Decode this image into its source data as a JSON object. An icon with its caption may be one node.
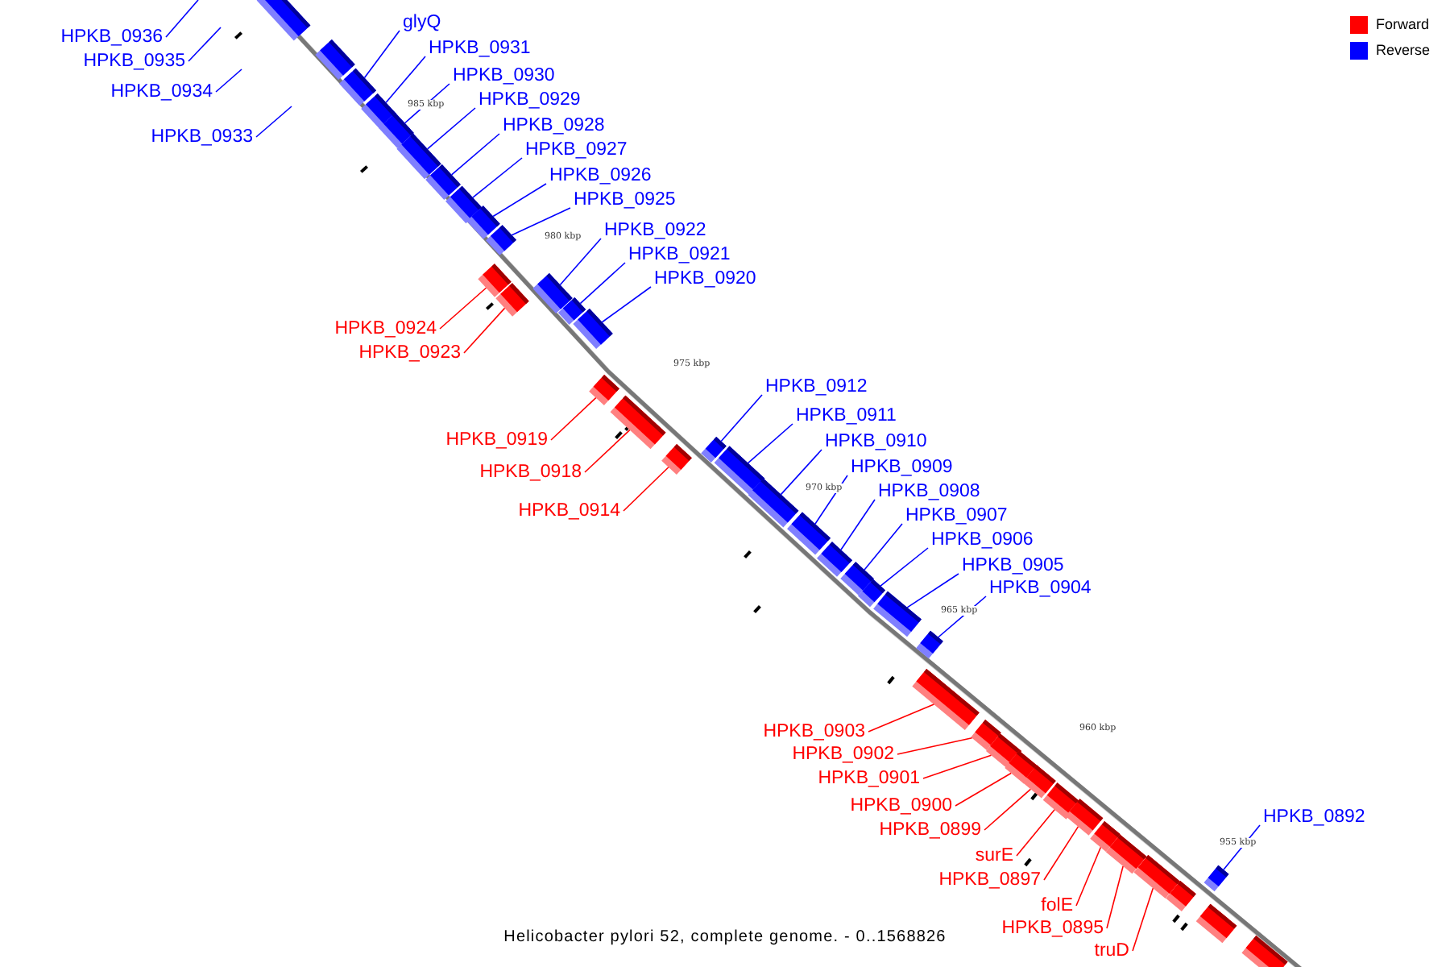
{
  "diagram": {
    "caption": "Helicobacter pylori 52, complete genome. - 0..1568826",
    "nodes": [
      {
        "text": [
          "HPKB_0936"
        ]
      },
      {
        "text": [
          "HPKB_0935"
        ]
      },
      {
        "text": [
          "HPKB_0934"
        ]
      },
      {
        "text": [
          "HPKB_0933"
        ]
      },
      {
        "text": [
          "glyQ"
        ]
      },
      {
        "text": [
          "HPKB_0931"
        ]
      },
      {
        "text": [
          "HPKB_0930"
        ]
      },
      {
        "text": [
          "HPKB_0929"
        ]
      },
      {
        "text": [
          "HPKB_0928"
        ]
      },
      {
        "text": [
          "HPKB_0927"
        ]
      },
      {
        "text": [
          "HPKB_0926"
        ]
      },
      {
        "text": [
          "HPKB_0925"
        ]
      },
      {
        "text": [
          "HPKB_0922"
        ]
      },
      {
        "text": [
          "HPKB_0921"
        ]
      },
      {
        "text": [
          "HPKB_0920"
        ]
      },
      {
        "text": [
          "HPKB_0924"
        ]
      },
      {
        "text": [
          "HPKB_0923"
        ]
      },
      {
        "text": [
          "HPKB_0919"
        ]
      },
      {
        "text": [
          "HPKB_0918"
        ]
      },
      {
        "text": [
          "HPKB_0914"
        ]
      },
      {
        "text": [
          "HPKB_0912"
        ]
      },
      {
        "text": [
          "HPKB_0911"
        ]
      },
      {
        "text": [
          "HPKB_0910"
        ]
      },
      {
        "text": [
          "HPKB_0909"
        ]
      },
      {
        "text": [
          "HPKB_0908"
        ]
      },
      {
        "text": [
          "HPKB_0907"
        ]
      },
      {
        "text": [
          "HPKB_0906"
        ]
      },
      {
        "text": [
          "HPKB_0905"
        ]
      },
      {
        "text": [
          "HPKB_0904"
        ]
      },
      {
        "text": [
          "HPKB_0903"
        ]
      },
      {
        "text": [
          "HPKB_0902"
        ]
      },
      {
        "text": [
          "HPKB_0901"
        ]
      },
      {
        "text": [
          "HPKB_0900"
        ]
      },
      {
        "text": [
          "HPKB_0899"
        ]
      },
      {
        "text": [
          "surE"
        ]
      },
      {
        "text": [
          "HPKB_0897"
        ]
      },
      {
        "text": [
          "folE"
        ]
      },
      {
        "text": [
          "HPKB_0895"
        ]
      },
      {
        "text": [
          "truD"
        ]
      },
      {
        "text": [
          "HPKB_0892"
        ]
      },
      {
        "text": [],
        "shape": "bar"
      },
      {
        "text": [],
        "shape": "bar"
      },
      {
        "text": [],
        "shape": "bar"
      },
      {
        "text": [],
        "shape": "bar"
      },
      {
        "text": [],
        "shape": "bar"
      },
      {
        "text": [],
        "shape": "bar"
      },
      {
        "text": [],
        "shape": "bar"
      },
      {
        "text": [],
        "shape": "bar"
      },
      {
        "text": [],
        "shape": "bar"
      },
      {
        "text": [],
        "shape": "bar"
      },
      {
        "text": [],
        "shape": "bar"
      },
      {
        "text": [],
        "shape": "bar"
      },
      {
        "text": [],
        "shape": "bar"
      },
      {
        "text": [],
        "shape": "bar"
      },
      {
        "text": [],
        "shape": "bar"
      },
      {
        "text": [],
        "shape": "bar"
      },
      {
        "text": [],
        "shape": "bar"
      },
      {
        "text": [],
        "shape": "bar"
      },
      {
        "text": [],
        "shape": "bar"
      },
      {
        "text": [],
        "shape": "bar"
      },
      {
        "text": [],
        "shape": "bar"
      },
      {
        "text": [],
        "shape": "bar"
      },
      {
        "text": [],
        "shape": "bar"
      },
      {
        "text": [],
        "shape": "bar"
      },
      {
        "text": [],
        "shape": "bar"
      },
      {
        "text": [],
        "shape": "bar"
      },
      {
        "text": [],
        "shape": "bar"
      },
      {
        "text": [],
        "shape": "bar"
      },
      {
        "text": [],
        "shape": "bar"
      },
      {
        "text": [],
        "shape": "bar"
      },
      {
        "text": [],
        "shape": "bar"
      },
      {
        "text": [],
        "shape": "bar"
      },
      {
        "text": [],
        "shape": "bar"
      },
      {
        "text": [],
        "shape": "bar"
      },
      {
        "text": [],
        "shape": "bar"
      },
      {
        "text": [],
        "shape": "bar"
      },
      {
        "text": [],
        "shape": "bar"
      },
      {
        "text": [],
        "shape": "bar"
      },
      {
        "text": [],
        "shape": "bar"
      },
      {
        "text": [],
        "shape": "bar"
      },
      {
        "text": [],
        "shape": "bar"
      }
    ],
    "edges": [
      {
        "from": 0,
        "to": null,
        "arrow": "none"
      },
      {
        "from": 1,
        "to": null,
        "arrow": "none"
      },
      {
        "from": 2,
        "to": null,
        "arrow": "none"
      },
      {
        "from": 3,
        "to": null,
        "arrow": "none"
      },
      {
        "from": 4,
        "to": 42,
        "arrow": "none"
      },
      {
        "from": 5,
        "to": 43,
        "arrow": "none"
      },
      {
        "from": 6,
        "to": 44,
        "arrow": "none"
      },
      {
        "from": 7,
        "to": 45,
        "arrow": "none"
      },
      {
        "from": 8,
        "to": 46,
        "arrow": "none"
      },
      {
        "from": 9,
        "to": 47,
        "arrow": "none"
      },
      {
        "from": 10,
        "to": 48,
        "arrow": "none"
      },
      {
        "from": 11,
        "to": 49,
        "arrow": "none"
      },
      {
        "from": 12,
        "to": 51,
        "arrow": "none"
      },
      {
        "from": 13,
        "to": 53,
        "arrow": "none"
      },
      {
        "from": 14,
        "to": 54,
        "arrow": "none"
      },
      {
        "from": 15,
        "to": 50,
        "arrow": "none",
        "color": "#ff0000"
      },
      {
        "from": 16,
        "to": 52,
        "arrow": "none",
        "color": "#ff0000"
      },
      {
        "from": 17,
        "to": 55,
        "arrow": "none",
        "color": "#ff0000"
      },
      {
        "from": 18,
        "to": 56,
        "arrow": "none",
        "color": "#ff0000"
      },
      {
        "from": 19,
        "to": 58,
        "arrow": "none",
        "color": "#ff0000"
      },
      {
        "from": 20,
        "to": 57,
        "arrow": "none"
      },
      {
        "from": 21,
        "to": 59,
        "arrow": "none"
      },
      {
        "from": 22,
        "to": 60,
        "arrow": "none"
      },
      {
        "from": 23,
        "to": 61,
        "arrow": "none"
      },
      {
        "from": 24,
        "to": 62,
        "arrow": "none"
      },
      {
        "from": 25,
        "to": 63,
        "arrow": "none"
      },
      {
        "from": 26,
        "to": 64,
        "arrow": "none"
      },
      {
        "from": 27,
        "to": 65,
        "arrow": "none"
      },
      {
        "from": 28,
        "to": 66,
        "arrow": "none"
      },
      {
        "from": 29,
        "to": 67,
        "arrow": "none",
        "color": "#ff0000"
      },
      {
        "from": 30,
        "to": 68,
        "arrow": "none",
        "color": "#ff0000"
      },
      {
        "from": 31,
        "to": 69,
        "arrow": "none",
        "color": "#ff0000"
      },
      {
        "from": 32,
        "to": 70,
        "arrow": "none",
        "color": "#ff0000"
      },
      {
        "from": 33,
        "to": 71,
        "arrow": "none",
        "color": "#ff0000"
      },
      {
        "from": 34,
        "to": 72,
        "arrow": "none",
        "color": "#ff0000"
      },
      {
        "from": 35,
        "to": 73,
        "arrow": "none",
        "color": "#ff0000"
      },
      {
        "from": 36,
        "to": 74,
        "arrow": "none",
        "color": "#ff0000"
      },
      {
        "from": 37,
        "to": 75,
        "arrow": "none",
        "color": "#ff0000"
      },
      {
        "from": 38,
        "to": 76,
        "arrow": "none",
        "color": "#ff0000"
      },
      {
        "from": 39,
        "to": 77,
        "arrow": "none"
      }
    ],
    "labels": [
      "985 kbp",
      "980 kbp",
      "975 kbp",
      "970 kbp",
      "965 kbp",
      "960 kbp",
      "955 kbp"
    ],
    "legend": [
      {
        "text": "Forward",
        "color": "#ff0000"
      },
      {
        "text": "Reverse",
        "color": "#0000ff"
      }
    ]
  }
}
